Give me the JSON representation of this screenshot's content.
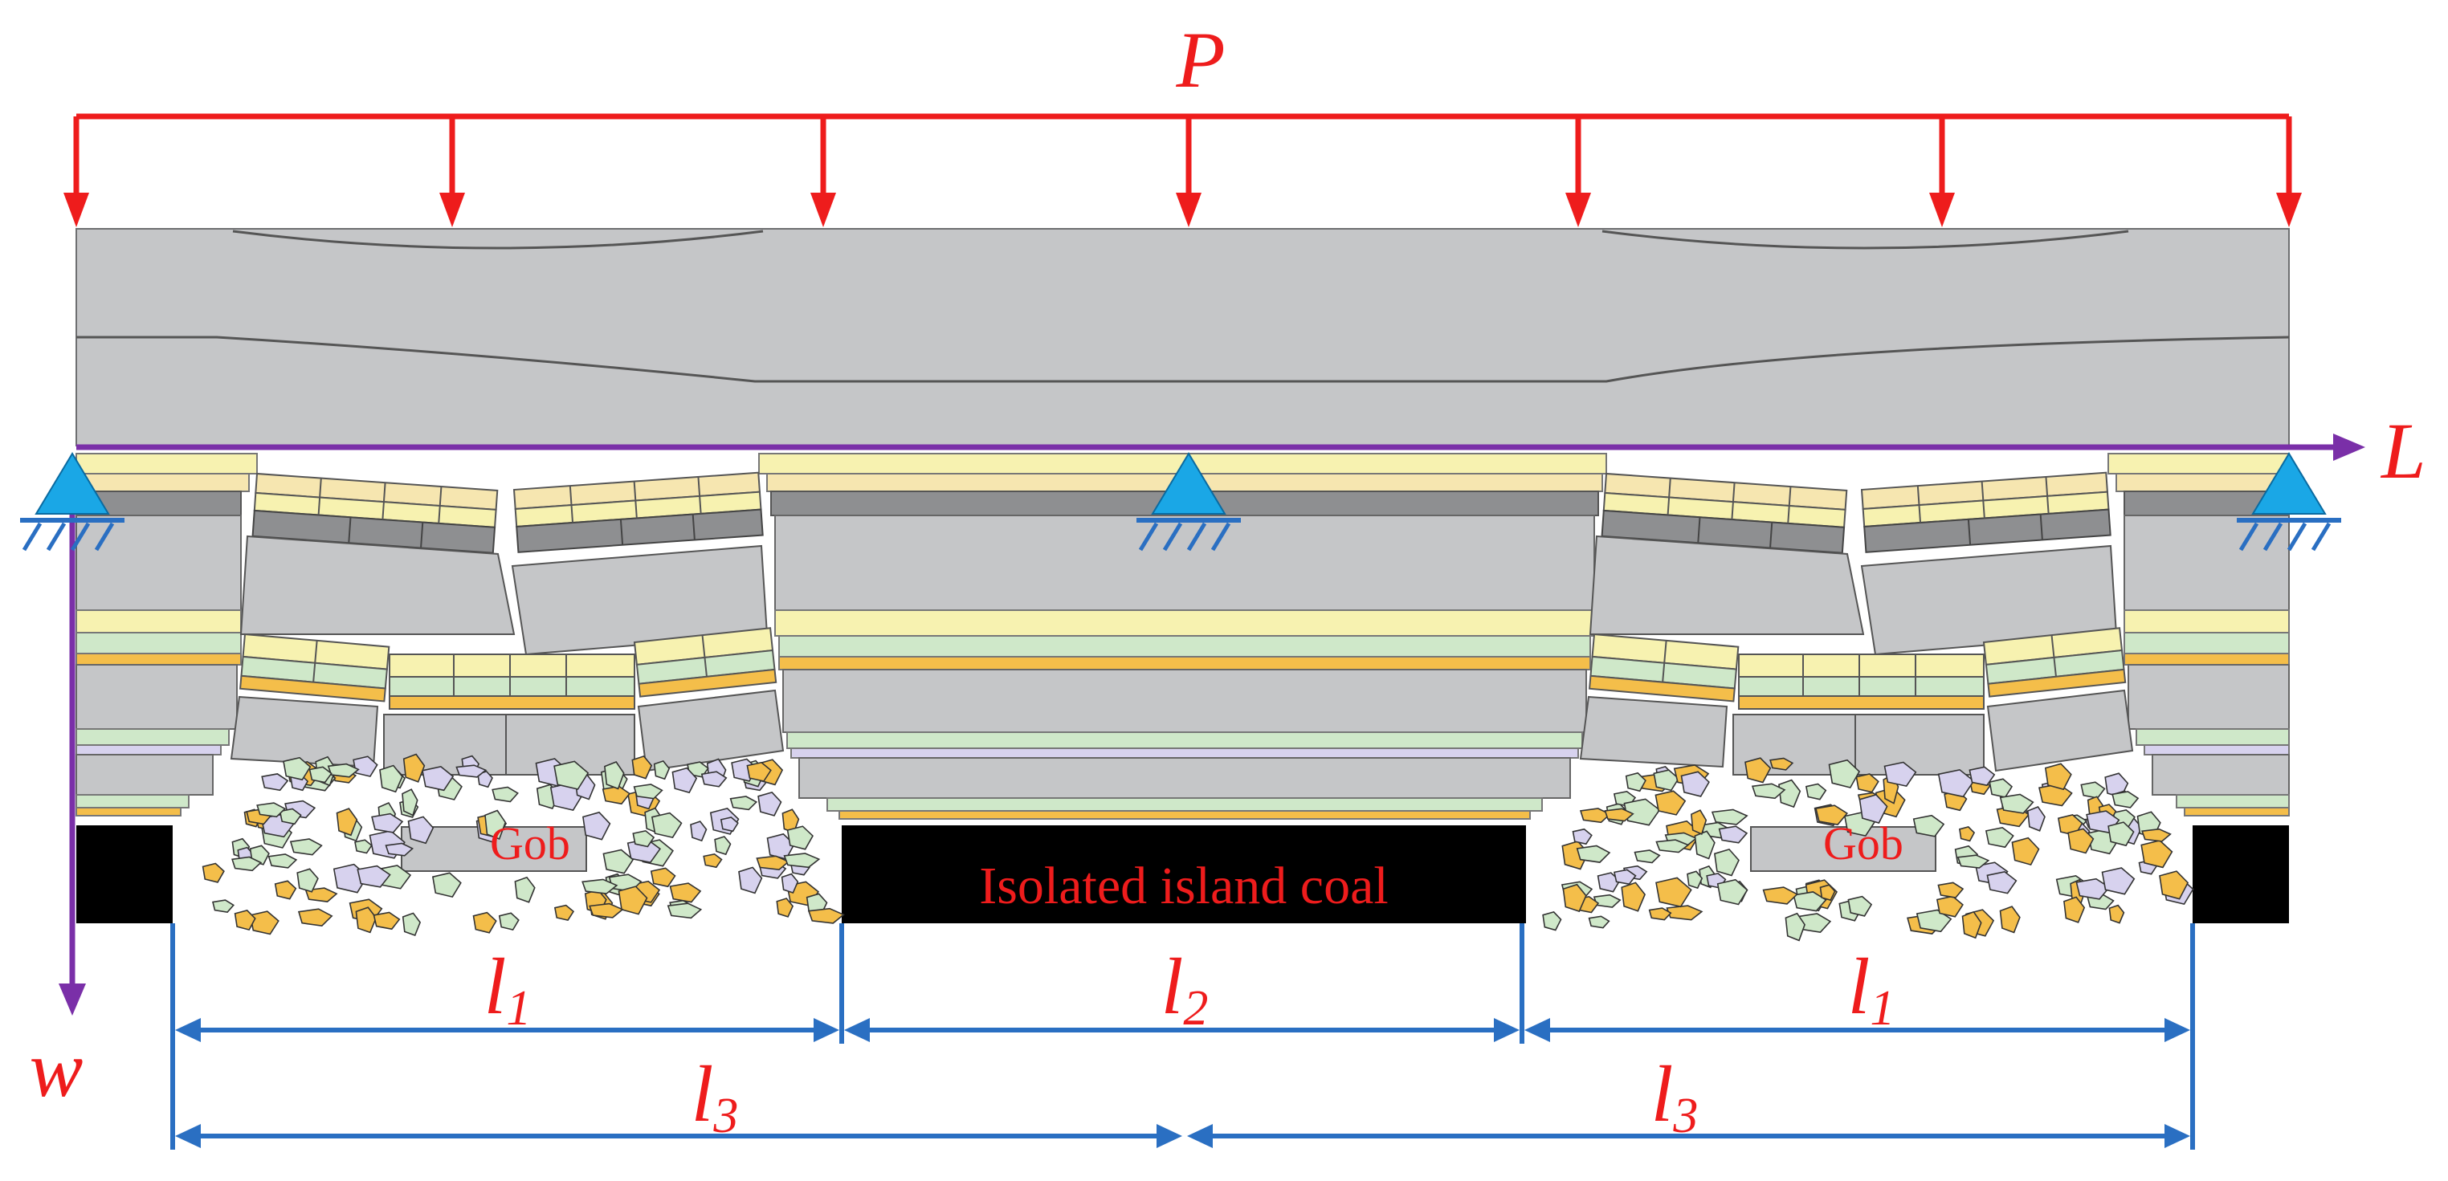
{
  "load_label": "P",
  "axis_x_label": "L",
  "axis_y_label": "w",
  "gob_labels": [
    "Gob",
    "Gob"
  ],
  "coal_label": "Isolated island coal",
  "dim_l1": "l",
  "dim_l1_sub": "1",
  "dim_l2": "l",
  "dim_l2_sub": "2",
  "dim_l3": "l",
  "dim_l3_sub": "3",
  "colors": {
    "load": "#ee1c1c",
    "axis": "#7a2fa8",
    "dimension": "#2a6fc2",
    "support": "#1aa7e6",
    "rock_gray": "#c5c6c8",
    "rock_dark": "#8e8f91",
    "layer_yellow": "#f7f2b0",
    "layer_cream": "#f6e6b0",
    "layer_green": "#cfe8c9",
    "layer_orange": "#f4be4a",
    "layer_lavender": "#d7d2ee",
    "coal": "#000000"
  }
}
